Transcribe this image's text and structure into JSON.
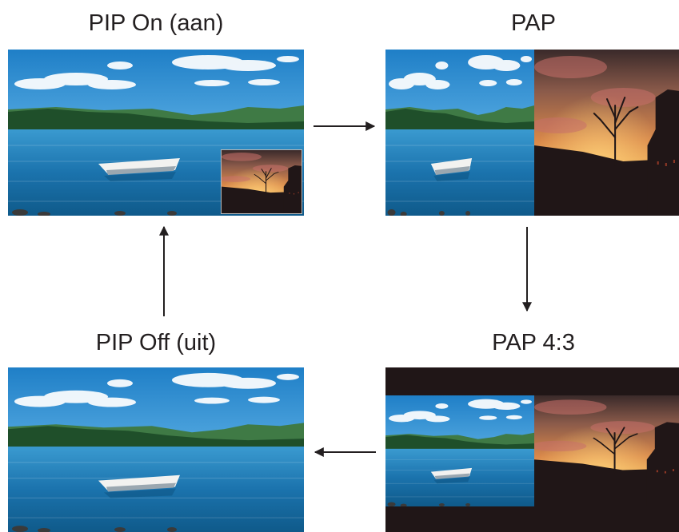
{
  "states": {
    "pip_on": {
      "label": "PIP On (aan)"
    },
    "pap": {
      "label": "PAP"
    },
    "pip_off": {
      "label": "PIP Off (uit)"
    },
    "pap_43": {
      "label": "PAP 4:3"
    }
  },
  "colors": {
    "text": "#231f20",
    "arrow": "#231f20",
    "dark_bg": "#201617"
  }
}
